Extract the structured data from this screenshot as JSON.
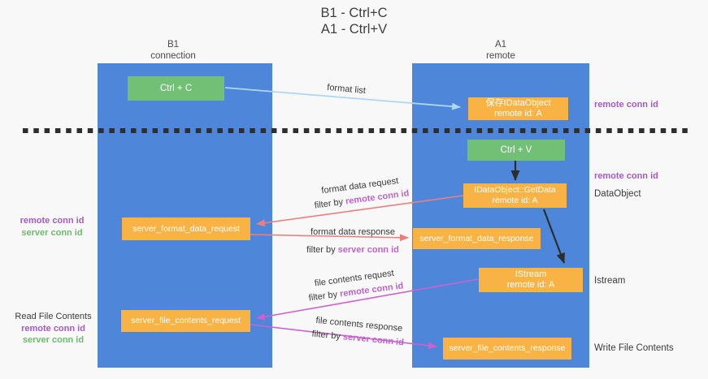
{
  "title": {
    "line1": "B1 - Ctrl+C",
    "line2": "A1 - Ctrl+V"
  },
  "lifelines": {
    "left": {
      "name": "B1",
      "role": "connection"
    },
    "right": {
      "name": "A1",
      "role": "remote"
    }
  },
  "boxes": {
    "ctrl_c": "Ctrl + C",
    "ctrl_v": "Ctrl + V",
    "save_dataobject": {
      "title": "保存IDataObject",
      "subtitle": "remote id: A"
    },
    "getdata": {
      "title": "IDataObject::GetData",
      "subtitle": "remote id: A"
    },
    "istream": {
      "title": "IStream",
      "subtitle": "remote id: A"
    },
    "format_request": "server_format_data_request",
    "format_response": "server_format_data_response",
    "file_request": "server_file_contents_request",
    "file_response": "server_file_contents_response"
  },
  "edge_labels": {
    "format_list": "format list",
    "format_data_request": "format data request",
    "format_data_response": "format data response",
    "file_contents_request": "file contents request",
    "file_contents_response": "file contents response",
    "filter_by": "filter by",
    "remote_conn_id": "remote conn id",
    "server_conn_id": "server conn id"
  },
  "side_labels": {
    "left_top": {
      "remote": "remote conn id",
      "server": "server conn id"
    },
    "left_bottom": {
      "title": "Read File Contents",
      "remote": "remote conn id",
      "server": "server conn id"
    },
    "right": {
      "top_remote": "remote conn id",
      "mid_remote": "remote conn id",
      "dataobject": "DataObject",
      "istream": "Istream",
      "write_file": "Write File Contents"
    }
  },
  "colors": {
    "lifeline_blue": "#4e87d9",
    "box_orange": "#f9b345",
    "box_green": "#72c076",
    "arrow_lightblue": "#aed7f3",
    "arrow_salmon": "#ee7e7e",
    "arrow_magenta": "#cf60d0",
    "arrow_dark": "#2d2d2d",
    "text_purple": "#a55bc4",
    "text_filter_purple": "#bd64cc",
    "text_green": "#6cbb6c",
    "background": "#f8f8f9"
  }
}
